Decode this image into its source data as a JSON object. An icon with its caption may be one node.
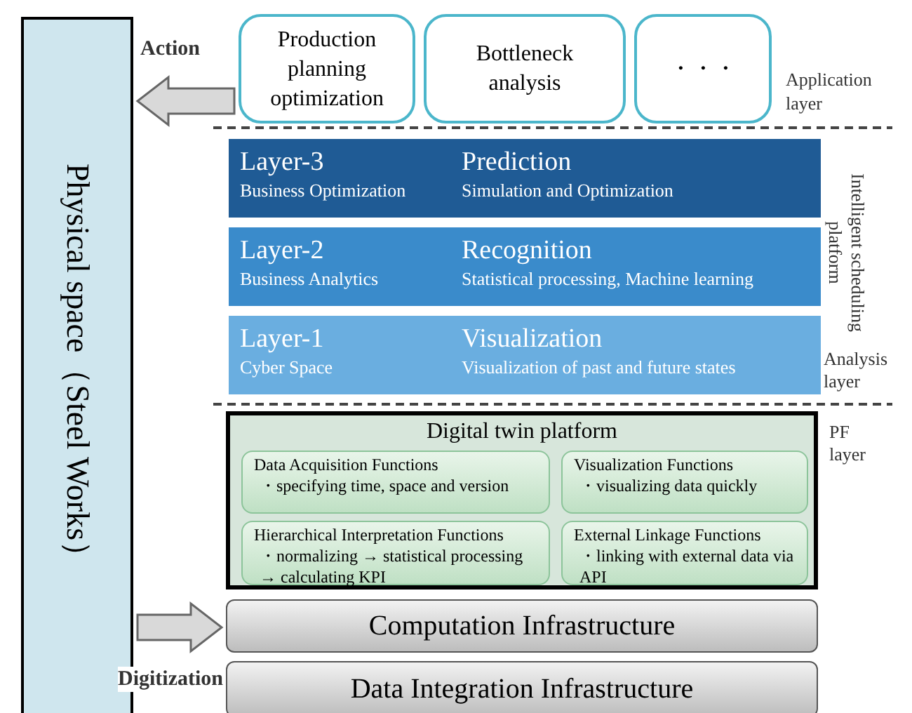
{
  "diagram": {
    "nodes": [
      {
        "text": [
          "Physical space（Steel Works）"
        ]
      },
      {
        "text": [
          "Production planning optimization"
        ]
      },
      {
        "text": [
          "Bottleneck analysis"
        ]
      },
      {
        "text": [
          "・・・"
        ]
      },
      {
        "text": [
          "Layer-3",
          "Business Optimization",
          "Prediction",
          "Simulation and Optimization"
        ]
      },
      {
        "text": [
          "Layer-2",
          "Business Analytics",
          "Recognition",
          "Statistical processing, Machine learning"
        ]
      },
      {
        "text": [
          "Layer-1",
          "Cyber Space",
          "Visualization",
          "Visualization of past and future states"
        ]
      },
      {
        "text": [
          "Digital twin platform"
        ]
      },
      {
        "text": [
          "Data Acquisition Functions",
          "・specifying time, space and version"
        ],
        "in": 7
      },
      {
        "text": [
          "Visualization Functions",
          "・visualizing data quickly"
        ],
        "in": 7
      },
      {
        "text": [
          "Hierarchical Interpretation Functions",
          "・normalizing → statistical processing → calculating KPI"
        ],
        "in": 7
      },
      {
        "text": [
          "External Linkage Functions",
          "・linking with external data via API"
        ],
        "in": 7
      },
      {
        "text": [
          "Computation Infrastructure"
        ]
      },
      {
        "text": [
          "Data Integration Infrastructure"
        ]
      }
    ],
    "edges": [
      {
        "from": 1,
        "to": 0,
        "arrow": "to",
        "label": "Action"
      },
      {
        "from": 0,
        "to": 12,
        "arrow": "to",
        "label": "Digitization"
      }
    ],
    "labels": [
      "Application layer",
      "Intelligent scheduling platform",
      "Analysis layer",
      "PF layer"
    ]
  }
}
